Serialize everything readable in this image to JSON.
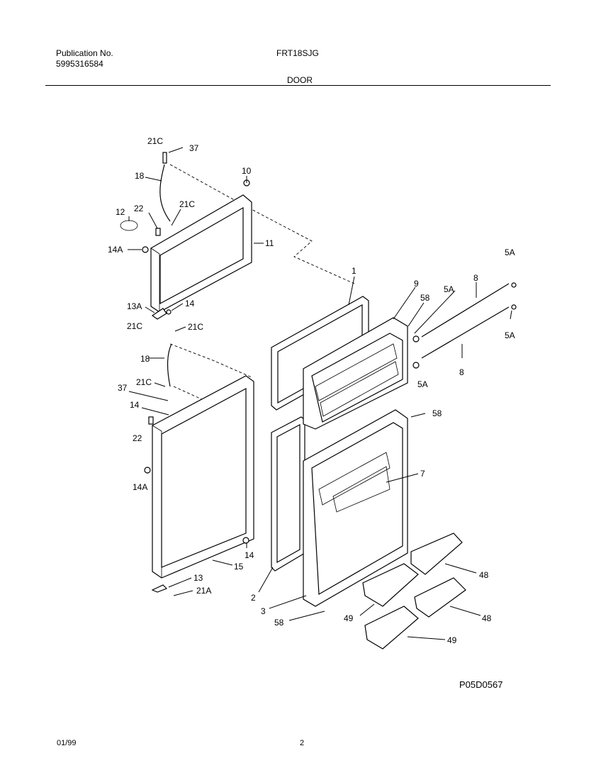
{
  "header": {
    "publication_label": "Publication No.",
    "publication_number": "5995316584",
    "model": "FRT18SJG",
    "section": "DOOR"
  },
  "diagram": {
    "callouts": [
      {
        "id": "c-21c-a",
        "text": "21C"
      },
      {
        "id": "c-37-a",
        "text": "37"
      },
      {
        "id": "c-18-a",
        "text": "18"
      },
      {
        "id": "c-10",
        "text": "10"
      },
      {
        "id": "c-12",
        "text": "12"
      },
      {
        "id": "c-22-a",
        "text": "22"
      },
      {
        "id": "c-21c-b",
        "text": "21C"
      },
      {
        "id": "c-14a-a",
        "text": "14A"
      },
      {
        "id": "c-11",
        "text": "11"
      },
      {
        "id": "c-13a",
        "text": "13A"
      },
      {
        "id": "c-14-a",
        "text": "14"
      },
      {
        "id": "c-21c-c",
        "text": "21C"
      },
      {
        "id": "c-21c-d",
        "text": "21C"
      },
      {
        "id": "c-1",
        "text": "1"
      },
      {
        "id": "c-9",
        "text": "9"
      },
      {
        "id": "c-58-a",
        "text": "58"
      },
      {
        "id": "c-5a-a",
        "text": "5A"
      },
      {
        "id": "c-8-a",
        "text": "8"
      },
      {
        "id": "c-5a-b",
        "text": "5A"
      },
      {
        "id": "c-5a-c",
        "text": "5A"
      },
      {
        "id": "c-5a-d",
        "text": "5A"
      },
      {
        "id": "c-8-b",
        "text": "8"
      },
      {
        "id": "c-18-b",
        "text": "18"
      },
      {
        "id": "c-21c-e",
        "text": "21C"
      },
      {
        "id": "c-37-b",
        "text": "37"
      },
      {
        "id": "c-14-b",
        "text": "14"
      },
      {
        "id": "c-22-b",
        "text": "22"
      },
      {
        "id": "c-14a-b",
        "text": "14A"
      },
      {
        "id": "c-58-b",
        "text": "58"
      },
      {
        "id": "c-7",
        "text": "7"
      },
      {
        "id": "c-14-c",
        "text": "14"
      },
      {
        "id": "c-15",
        "text": "15"
      },
      {
        "id": "c-13",
        "text": "13"
      },
      {
        "id": "c-21a",
        "text": "21A"
      },
      {
        "id": "c-2",
        "text": "2"
      },
      {
        "id": "c-3",
        "text": "3"
      },
      {
        "id": "c-58-c",
        "text": "58"
      },
      {
        "id": "c-48-a",
        "text": "48"
      },
      {
        "id": "c-49-a",
        "text": "49"
      },
      {
        "id": "c-48-b",
        "text": "48"
      },
      {
        "id": "c-49-b",
        "text": "49"
      }
    ],
    "drawing_code": "P05D0567"
  },
  "footer": {
    "date": "01/99",
    "page": "2"
  }
}
